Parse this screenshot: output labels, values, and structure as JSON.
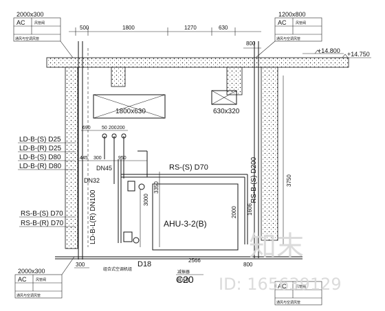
{
  "tags": {
    "top_left": {
      "size": "2000x300",
      "code": "AC",
      "tiny": "风管阀",
      "note": "通风与空调风管"
    },
    "top_right": {
      "size": "1200x800",
      "code": "AC",
      "tiny": "风管阀",
      "note": "通风与空调风管"
    },
    "bottom_left": {
      "size": "2000x300",
      "code": "AC",
      "tiny": "风管阀",
      "note": "通风与空调风管"
    },
    "bottom_right": {
      "code": "AC",
      "tiny": "风管阀",
      "note": "通风与空调风管"
    }
  },
  "dimensions": {
    "top": [
      "500",
      "1800",
      "1270",
      "630"
    ],
    "top_right_offset": "800",
    "mid": [
      "690",
      "50",
      "200",
      "200"
    ],
    "left_445": "445",
    "pipe_300": "300",
    "pipe_950": "950",
    "h_3350": "3350",
    "h_3000": "3000",
    "h_2000": "2000",
    "h_1606": "1606",
    "h_3750": "3750",
    "bottom_300": "300",
    "bottom_2566": "2566",
    "bottom_800": "800"
  },
  "elevations": {
    "e1": "+14.800",
    "e2": "+14.750"
  },
  "ducts": {
    "duct_a": "1800x630",
    "duct_b": "630x320"
  },
  "pipe_labels": {
    "ld_s_d25": "LD-B-(S) D25",
    "ld_r_d25": "LD-B-(R) D25",
    "ld_s_d80": "LD-B-(S) D80",
    "ld_r_d80": "LD-B-(R) D80",
    "rs_s_d70": "RS-B-(S) D70",
    "rs_r_d70": "RS-B-(R) D70",
    "dn45": "DN45",
    "dn32": "DN32",
    "rs_main": "RS-(S) D70",
    "ld_vertical": "LD-B-L(R) DN100",
    "rs_vertical": "RS-B-(S) D200",
    "d18": "D18",
    "c20": "C20"
  },
  "equipment": {
    "ahu": "AHU-3-2(B)"
  },
  "notes": {
    "n1": "组合式空调机组",
    "n2": "减振器",
    "n3": "排水管"
  },
  "watermark": {
    "brand": "知末",
    "id": "ID: 165639129"
  }
}
